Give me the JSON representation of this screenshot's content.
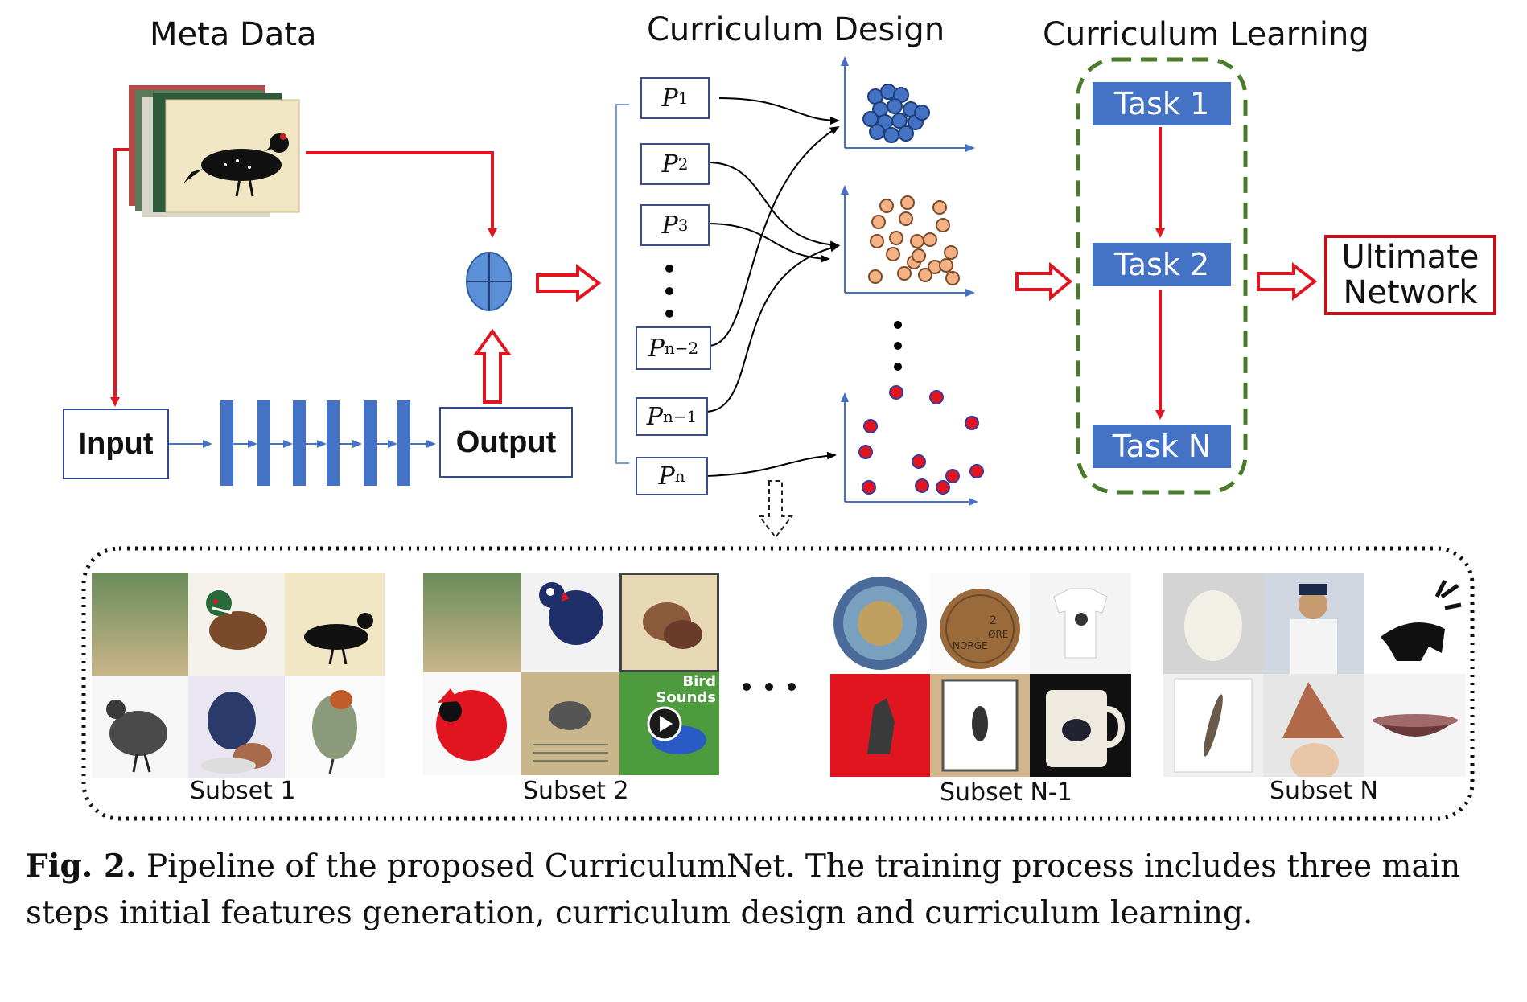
{
  "labels": {
    "meta_data": "Meta Data",
    "curriculum_design": "Curriculum  Design",
    "curriculum_learning": "Curriculum  Learning"
  },
  "network": {
    "input": "Input",
    "output": "Output"
  },
  "partitions": [
    {
      "base": "P",
      "sub": "1"
    },
    {
      "base": "P",
      "sub": "2"
    },
    {
      "base": "P",
      "sub": "3"
    },
    {
      "base": "P",
      "sub": "n−2"
    },
    {
      "base": "P",
      "sub": "n−1"
    },
    {
      "base": "P",
      "sub": "n"
    }
  ],
  "tasks": [
    "Task 1",
    "Task 2",
    "Task N"
  ],
  "ultimate": {
    "line1": "Ultimate",
    "line2": "Network"
  },
  "subsets": [
    "Subset 1",
    "Subset 2",
    "Subset N-1",
    "Subset N"
  ],
  "thumb_text": {
    "bird_line1": "Bird",
    "bird_line2": "Sounds",
    "norge": "NORGE",
    "ore": "ØRE",
    "two": "2"
  },
  "caption": {
    "label": "Fig. 2.",
    "text": " Pipeline of the proposed CurriculumNet. The training process includes three main steps initial features generation, curriculum design and curriculum learning."
  },
  "colors": {
    "red": "#e0151f",
    "blue": "#4472c4",
    "dark_red": "#c0121a",
    "green_dash": "#4a7a2a",
    "orange_dot": "#f4b183"
  }
}
